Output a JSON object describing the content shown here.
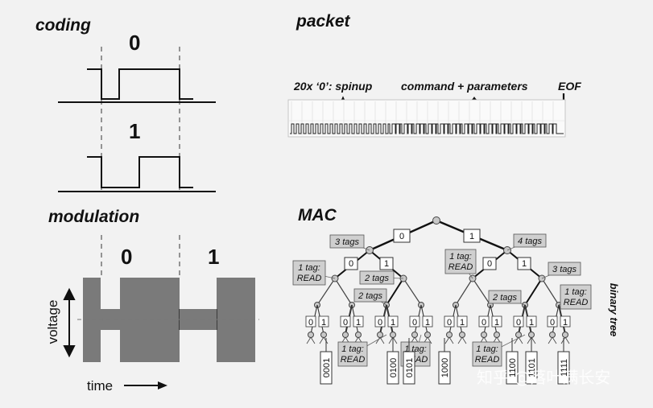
{
  "coding": {
    "title": "coding",
    "label_0": "0",
    "label_1": "1"
  },
  "packet": {
    "title": "packet",
    "spinup_label": "20x ‘0’: spinup",
    "command_label": "command + parameters",
    "eof_label": "EOF"
  },
  "modulation": {
    "title": "modulation",
    "label_0": "0",
    "label_1": "1",
    "y_label": "voltage",
    "x_label": "time"
  },
  "mac": {
    "title": "MAC",
    "side_label": "binary tree",
    "branch_labels": {
      "left": "0",
      "right": "1",
      "ll": "0",
      "lr": "1",
      "rl": "0",
      "rr": "1"
    },
    "leaf_pairs": [
      "0",
      "1"
    ],
    "tag_notes": [
      "3 tags",
      "4 tags",
      "1 tag:\nREAD",
      "2 tags",
      "1 tag:\nREAD",
      "3 tags",
      "2 tags",
      "2 tags",
      "1 tag:\nREAD",
      "1 tag:\nREAD",
      "1 tag:\nREAD",
      "1 tag:\nREAD"
    ],
    "ids": [
      "0001",
      "0100",
      "0101",
      "1000",
      "1100",
      "1101",
      "1111"
    ]
  },
  "watermark": "知乎 @落叶满长安"
}
